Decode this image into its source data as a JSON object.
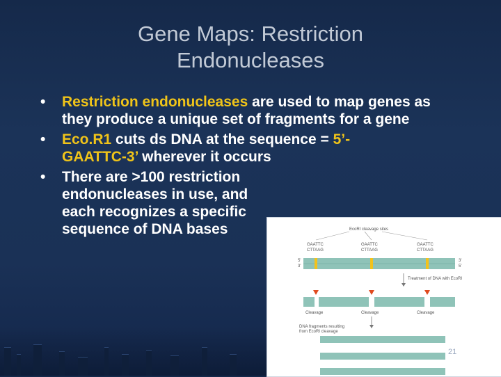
{
  "slide": {
    "title_line1": "Gene Maps: Restriction",
    "title_line2": "Endonucleases",
    "bullet_marker": "•",
    "bullets": [
      {
        "highlight": "Restriction endonucleases",
        "text": " are used to map genes as they produce a unique set of fragments for a gene"
      },
      {
        "highlight": "Eco.R1",
        "text_a": " cuts ds DNA at the sequence = ",
        "highlight2": "5’-",
        "highlight3": "GAATTC-3’",
        "text_b": " wherever it occurs"
      },
      {
        "text": "There are >100 restriction endonucleases in use, and each recognizes a specific sequence of DNA bases"
      }
    ],
    "page_number": "21"
  },
  "figure": {
    "caption_top": "EcoRI cleavage sites",
    "site_top": "GAATTC",
    "site_bottom": "CTTAAG",
    "end5_left": "5'",
    "end3_left": "3'",
    "end3_right": "3'",
    "end5_right": "5'",
    "treatment": "Treatment of DNA with EcoRI",
    "cleavage": "Cleavage",
    "fragments_caption_1": "DNA fragments resulting",
    "fragments_caption_2": "from EcoRI cleavage",
    "colors": {
      "dna": "#8fc3b8",
      "site_mark": "#f2c21b",
      "arrow": "#e04a1f"
    }
  }
}
